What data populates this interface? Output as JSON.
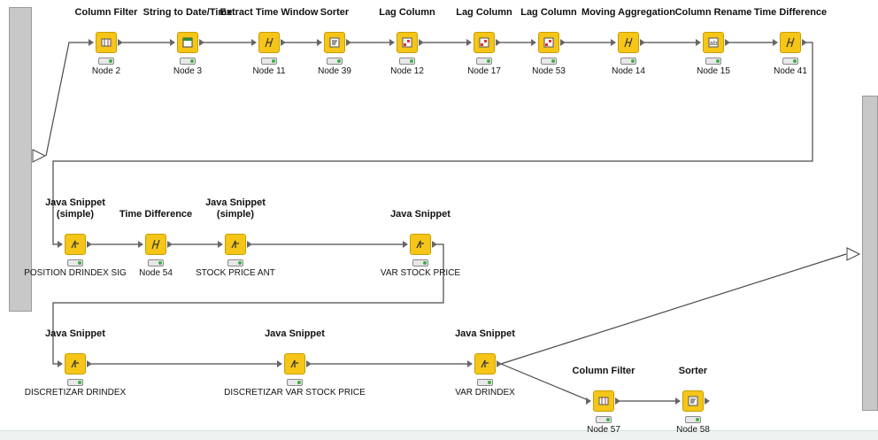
{
  "workflow": {
    "nodes": [
      {
        "id": "n2",
        "title": "Column Filter",
        "label": "Node 2",
        "icon": "filter-icon"
      },
      {
        "id": "n3",
        "title": "String to Date/Time",
        "label": "Node 3",
        "icon": "date-icon"
      },
      {
        "id": "n11",
        "title": "Extract Time Window",
        "label": "Node 11",
        "icon": "time-window-icon"
      },
      {
        "id": "n39",
        "title": "Sorter",
        "label": "Node 39",
        "icon": "sort-icon"
      },
      {
        "id": "n12",
        "title": "Lag Column",
        "label": "Node 12",
        "icon": "lag-icon"
      },
      {
        "id": "n17",
        "title": "Lag Column",
        "label": "Node 17",
        "icon": "lag-icon"
      },
      {
        "id": "n53",
        "title": "Lag Column",
        "label": "Node 53",
        "icon": "lag-icon"
      },
      {
        "id": "n14",
        "title": "Moving Aggregation",
        "label": "Node 14",
        "icon": "aggregation-icon"
      },
      {
        "id": "n15",
        "title": "Column Rename",
        "label": "Node 15",
        "icon": "rename-icon"
      },
      {
        "id": "n41",
        "title": "Time Difference",
        "label": "Node 41",
        "icon": "time-difference-icon"
      },
      {
        "id": "js1",
        "title": "Java Snippet\n(simple)",
        "label": "POSITION DRINDEX SIG",
        "icon": "java-icon"
      },
      {
        "id": "n54",
        "title": "Time Difference",
        "label": "Node 54",
        "icon": "time-difference-icon"
      },
      {
        "id": "js2",
        "title": "Java Snippet\n(simple)",
        "label": "STOCK PRICE ANT",
        "icon": "java-icon"
      },
      {
        "id": "js3",
        "title": "Java Snippet",
        "label": "VAR STOCK PRICE",
        "icon": "java-icon"
      },
      {
        "id": "js4",
        "title": "Java Snippet",
        "label": "DISCRETIZAR DRINDEX",
        "icon": "java-icon"
      },
      {
        "id": "js5",
        "title": "Java Snippet",
        "label": "DISCRETIZAR VAR STOCK PRICE",
        "icon": "java-icon"
      },
      {
        "id": "js6",
        "title": "Java Snippet",
        "label": "VAR DRINDEX",
        "icon": "java-icon"
      },
      {
        "id": "n57",
        "title": "Column Filter",
        "label": "Node 57",
        "icon": "filter-icon"
      },
      {
        "id": "n58",
        "title": "Sorter",
        "label": "Node 58",
        "icon": "sort-icon"
      }
    ]
  },
  "colors": {
    "node_fill": "#f5c518",
    "node_border": "#c99e00",
    "connection": "#4a4a4a",
    "status_ok": "#3cb043",
    "metanode_bar": "#c8c8c8"
  }
}
